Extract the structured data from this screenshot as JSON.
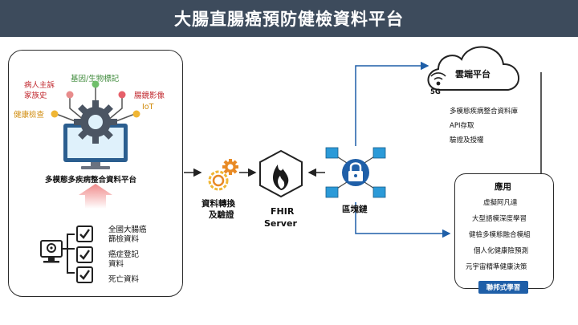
{
  "title": "大腸直腸癌預防健檢資料平台",
  "left_panel": {
    "platform_label": "多模態多疾病整合資料平台",
    "sources": {
      "complaint": [
        "病人主訴",
        "家族史"
      ],
      "genes": "基因/生物標記",
      "imaging": "腸鏡影像",
      "checkup": "健康檢查",
      "iot": "IoT"
    },
    "checklist": [
      [
        "全國大腸癌",
        "篩檢資料"
      ],
      [
        "癌症登記",
        "資料"
      ],
      [
        "死亡資料"
      ]
    ]
  },
  "transform_label": [
    "資料轉換",
    "及驗證"
  ],
  "fhir_label": [
    "FHIR",
    "Server"
  ],
  "blockchain_label": "區塊鏈",
  "cloud": {
    "title": "雲端平台",
    "network": "5G",
    "items": [
      "多模態疾病整合資料庫",
      "API存取",
      "驗證及授權"
    ]
  },
  "applications": {
    "title": "應用",
    "items": [
      "虛擬阿凡達",
      "大型語模深度學習",
      "健檢多模態融合模組",
      "個人化健康險預測",
      "元宇宙精準健康決策"
    ],
    "badge": "聯邦式學習"
  },
  "colors": {
    "title_bg": "#3d4b5c",
    "accent_blue": "#1f5fa8",
    "red": "#c0272d",
    "green": "#3e8a3a",
    "orange": "#e8a614"
  }
}
